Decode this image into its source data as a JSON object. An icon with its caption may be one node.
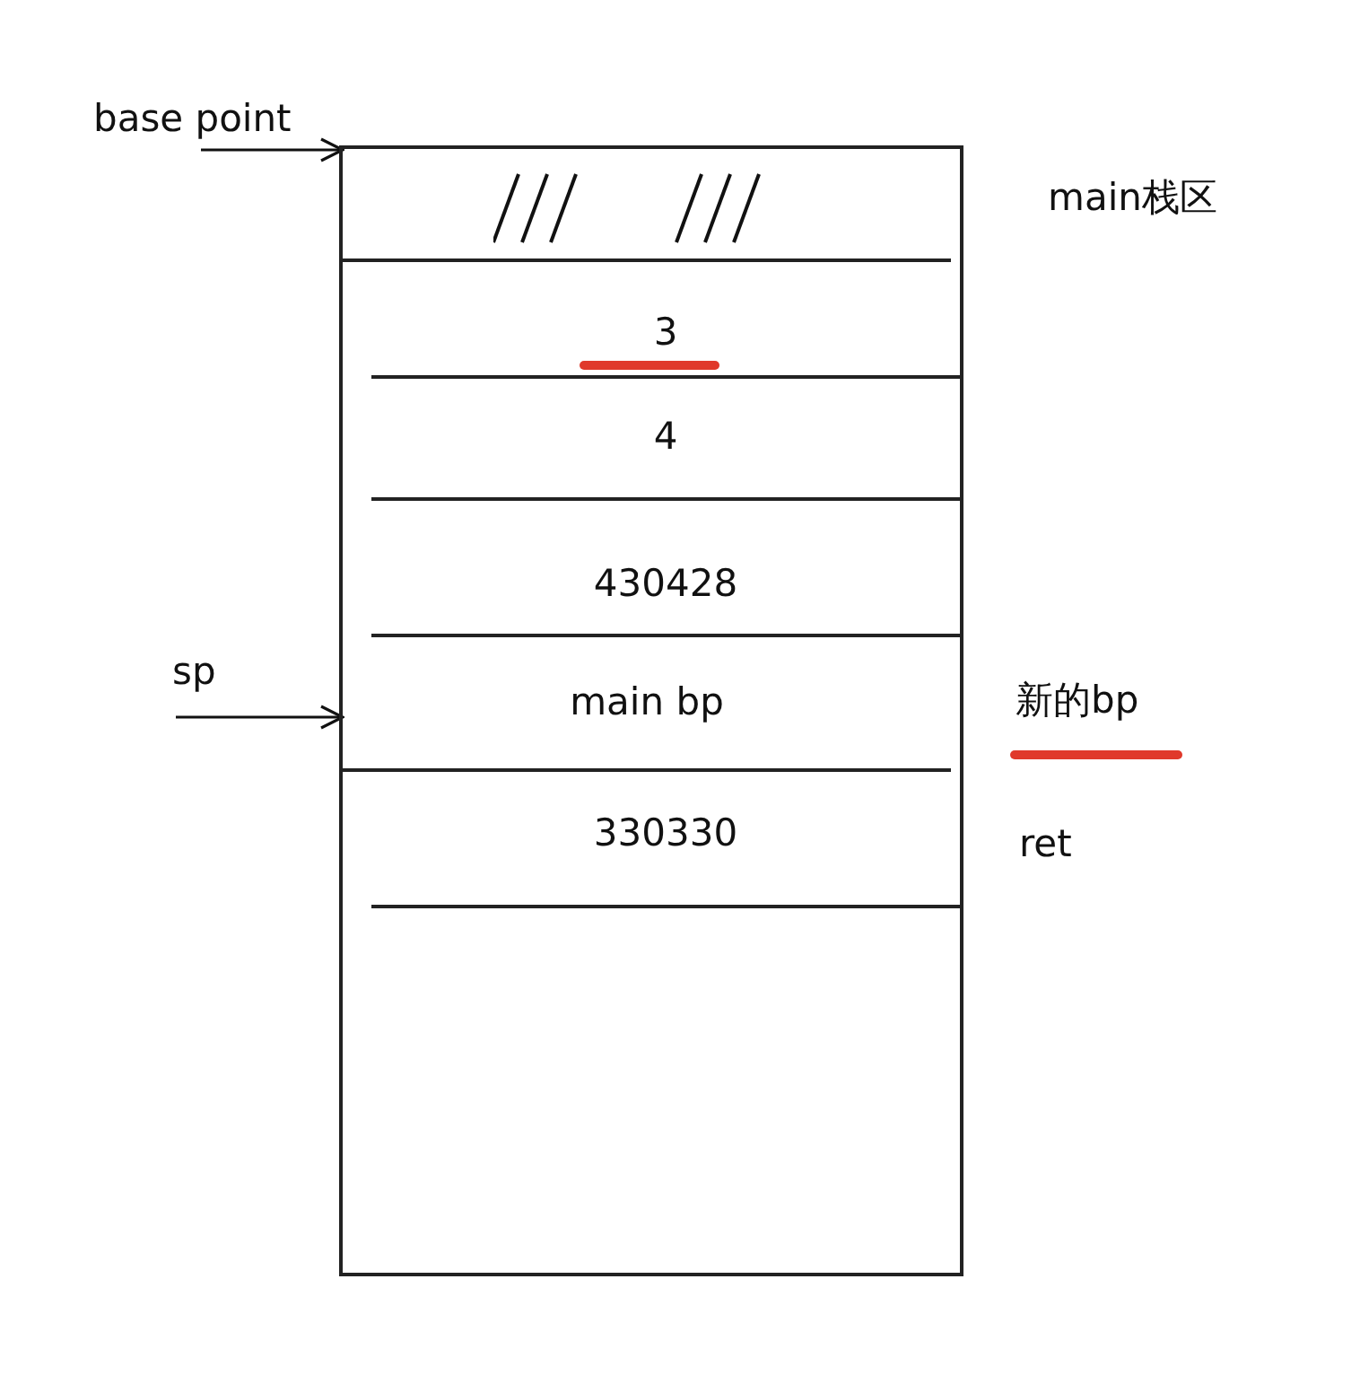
{
  "diagram": {
    "nodes": [
      {
        "text": [],
        "shape": "box"
      },
      {
        "text": [],
        "shape": "box",
        "in": 0
      },
      {
        "text": [
          "3"
        ],
        "in": 0
      },
      {
        "text": [
          "4"
        ],
        "in": 0
      },
      {
        "text": [
          "430428"
        ],
        "in": 0
      },
      {
        "text": [
          "main bp"
        ],
        "in": 0
      },
      {
        "text": [
          "330330"
        ],
        "in": 0
      },
      {
        "text": [
          "base point"
        ]
      },
      {
        "text": [
          "sp"
        ]
      }
    ],
    "edges": [
      {
        "from": 7,
        "to": 1,
        "arrow": "to"
      },
      {
        "from": 8,
        "to": 5,
        "arrow": "to"
      }
    ],
    "labels": [
      "main栈区",
      "新的bp",
      "ret"
    ]
  }
}
